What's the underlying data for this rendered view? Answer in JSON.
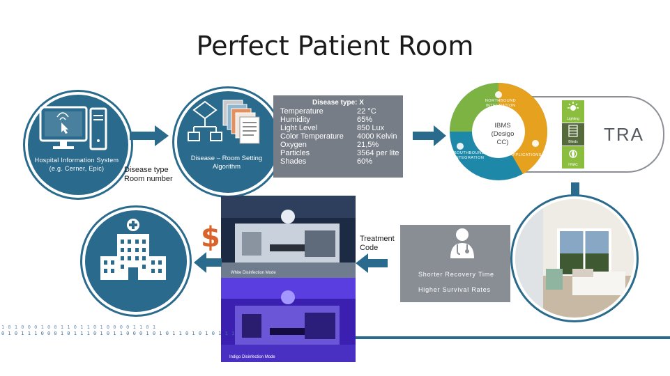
{
  "title": "Perfect Patient Room",
  "his": {
    "label_line1": "Hospital Information System",
    "label_line2": "(e.g. Cerner, Epic)"
  },
  "disease_input": {
    "line1": "Disease type",
    "line2": "Room number"
  },
  "algorithm": {
    "label_line1": "Disease – Room Setting",
    "label_line2": "Algorithm"
  },
  "settings": {
    "title": "Disease type: X",
    "rows": [
      {
        "name": "Temperature",
        "value": "22 °C"
      },
      {
        "name": "Humidity",
        "value": "65%"
      },
      {
        "name": "Light Level",
        "value": "850 Lux"
      },
      {
        "name": "Color Temperature",
        "value": "4000 Kelvin"
      },
      {
        "name": "Oxygen",
        "value": "21,5%"
      },
      {
        "name": "Particles",
        "value": "3564 per lite"
      },
      {
        "name": "Shades",
        "value": "60%"
      }
    ]
  },
  "ibms": {
    "center": "IBMS (Desigo CC)",
    "northbound": "NORTHBOUND INTEGRATION",
    "southbound": "SOUTHBOUND INTEGRATION",
    "applications": "APPLICATIONS",
    "tiles": [
      {
        "label": "Lighting",
        "icon": "lighting-icon"
      },
      {
        "label": "Blinds",
        "icon": "blinds-icon"
      },
      {
        "label": "HVAC",
        "icon": "hvac-icon"
      }
    ]
  },
  "tra": "TRA",
  "treatment": {
    "line1": "Treatment",
    "line2": "Code"
  },
  "outcomes": {
    "line1": "Shorter Recovery Time",
    "line2": "Higher Survival Rates"
  },
  "disinfection": {
    "white": "White Disinfection Mode",
    "indigo": "Indigo Disinfection Mode"
  },
  "dollar": "$",
  "binary": {
    "line1": "1 0 1 0 0 0 1 0 0 1 1 0 1 1 0 1 0 0 0 0 1 1 0 1",
    "line2": "0 1 0 1 1 1 0 0 0 1 0 1 1 1 0 1 0 1 1 0 0 0 1 0 1 0 1 1 0 1 0 1 0 1 1 1"
  },
  "colors": {
    "primary_blue": "#2a6a8c",
    "gray_panel": "#777d86",
    "green": "#7cb342",
    "yellow": "#f4b400",
    "teal": "#1e88a8",
    "dollar": "#d9632a"
  }
}
